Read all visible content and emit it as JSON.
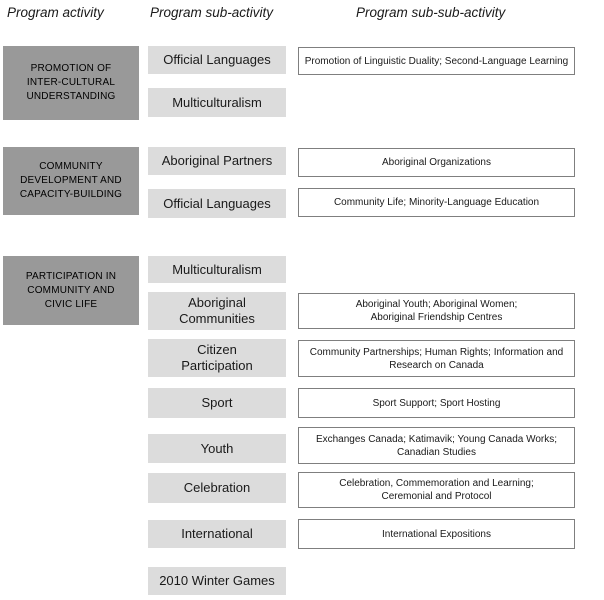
{
  "headers": {
    "activity": "Program activity",
    "sub_activity": "Program sub-activity",
    "sub_sub_activity": "Program sub-sub-activity"
  },
  "colors": {
    "activity_fill": "#999999",
    "sub_activity_fill": "#dcdcdc",
    "sub_sub_border": "#7f7f7f",
    "background": "#ffffff"
  },
  "groups": [
    {
      "activity": "PROMOTION OF\nINTER-CULTURAL\nUNDERSTANDING",
      "subs": [
        {
          "label": "Official Languages",
          "subsub": "Promotion of Linguistic Duality; Second-Language Learning"
        },
        {
          "label": "Multiculturalism",
          "subsub": null
        }
      ]
    },
    {
      "activity": "COMMUNITY\nDEVELOPMENT AND\nCAPACITY-BUILDING",
      "subs": [
        {
          "label": "Aboriginal Partners",
          "subsub": "Aboriginal Organizations"
        },
        {
          "label": "Official Languages",
          "subsub": "Community Life; Minority-Language Education"
        }
      ]
    },
    {
      "activity": "PARTICIPATION IN\nCOMMUNITY AND\nCIVIC LIFE",
      "subs": [
        {
          "label": "Multiculturalism",
          "subsub": null
        },
        {
          "label": "Aboriginal\nCommunities",
          "subsub": "Aboriginal Youth; Aboriginal Women;\nAboriginal Friendship Centres"
        },
        {
          "label": "Citizen\nParticipation",
          "subsub": "Community Partnerships; Human Rights; Information and\nResearch on Canada"
        },
        {
          "label": "Sport",
          "subsub": "Sport Support; Sport Hosting"
        },
        {
          "label": "Youth",
          "subsub": "Exchanges Canada; Katimavik; Young Canada Works;\nCanadian Studies"
        },
        {
          "label": "Celebration",
          "subsub": "Celebration, Commemoration and Learning;\nCeremonial and Protocol"
        },
        {
          "label": "International",
          "subsub": "International Expositions"
        },
        {
          "label": "2010 Winter Games",
          "subsub": null
        }
      ]
    }
  ]
}
